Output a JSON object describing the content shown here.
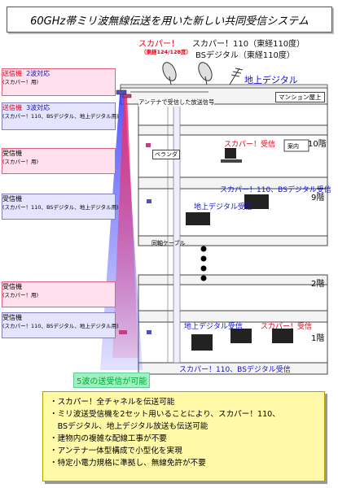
{
  "title": "60GHz帯ミリ波無線伝送を用いた新しい共同受信システム",
  "satellite": {
    "skyperfect": "スカパー",
    "skyperfect_orbit": "（東経124/128度）",
    "skyperfect110": "スカパー！110（東経110度）",
    "bs": "BSデジタル（東経110度）",
    "terrestrial": "地上デジタル"
  },
  "rooftop": {
    "antenna_signal": "アンテナで受信した放送信号",
    "roof_label": "マンション屋上"
  },
  "transmitters": [
    {
      "title": "送信機",
      "note": "2波対応",
      "sub": "(スカパー！用)"
    },
    {
      "title": "送信機",
      "note": "3波対応",
      "sub": "(スカパー！110、BSデジタル、地上デジタル用)"
    }
  ],
  "receivers": [
    {
      "title": "受信機",
      "sub": "(スカパー！用)"
    },
    {
      "title": "受信機",
      "sub": "(スカパー！110、BSデジタル、地上デジタル用)"
    },
    {
      "title": "受信機",
      "sub": "(スカパー！用)"
    },
    {
      "title": "受信機",
      "sub": "(スカパー！110、BSデジタル、地上デジタル用)"
    }
  ],
  "floors": {
    "f10": "10階",
    "f9": "9階",
    "f2": "2階",
    "f1": "1階"
  },
  "building": {
    "veranda": "ベランダ",
    "guide": "案内",
    "coax": "同軸ケーブル"
  },
  "reception": {
    "f10_sky": "スカパー！受信",
    "f9_bs": "スカパー！110、BSデジタル受信",
    "f9_terr": "地上デジタル受信",
    "f1_terr": "地上デジタル受信",
    "f1_sky": "スカパー！受信",
    "f1_bs": "スカパー！110、BSデジタル受信"
  },
  "five_wave": "5波の送受信が可能",
  "benefits": [
    "・スカパー！全チャネルを伝送可能",
    "・ミリ波送受信機を2セット用いることにより、スカパー！110、",
    "　BSデジタル、地上デジタル放送も伝送可能",
    "・建物内の複雑な配線工事が不要",
    "・アンテナ一体型構成で小型化を実現",
    "・特定小電力規格に準拠し、無線免許が不要"
  ],
  "colors": {
    "beam_red": "#f0306a",
    "beam_blue": "#3a3aff",
    "accent_red": "#e0001c",
    "accent_blue": "#1010d0",
    "note_bg": "#fff9a8"
  }
}
